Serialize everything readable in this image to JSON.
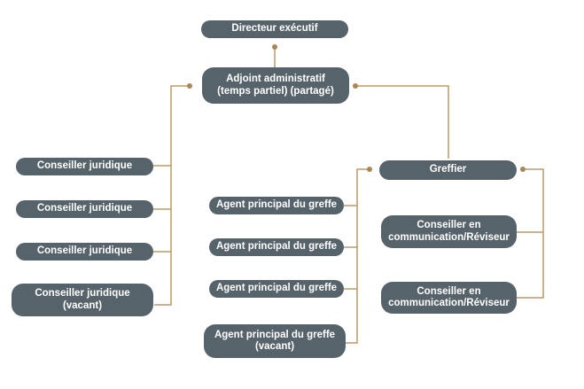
{
  "colors": {
    "background": "#ffffff",
    "node_fill": "#57636a",
    "node_text": "#ffffff",
    "connector_line": "#bb9a6b",
    "connector_dot": "#aa8752"
  },
  "nodes": {
    "directeur": {
      "label": "Directeur exécutif"
    },
    "adjoint": {
      "label": "Adjoint administratif\n(temps partiel) (partagé)"
    },
    "conseiller_juridique_1": {
      "label": "Conseiller juridique"
    },
    "conseiller_juridique_2": {
      "label": "Conseiller juridique"
    },
    "conseiller_juridique_3": {
      "label": "Conseiller juridique"
    },
    "conseiller_juridique_vacant": {
      "label": "Conseiller juridique\n(vacant)"
    },
    "greffier": {
      "label": "Greffier"
    },
    "agent_greffe_1": {
      "label": "Agent principal du greffe"
    },
    "agent_greffe_2": {
      "label": "Agent principal du greffe"
    },
    "agent_greffe_3": {
      "label": "Agent principal du greffe"
    },
    "agent_greffe_vacant": {
      "label": "Agent principal du greffe\n(vacant)"
    },
    "conseiller_communication_1": {
      "label": "Conseiller en\ncommunication/Réviseur"
    },
    "conseiller_communication_2": {
      "label": "Conseiller en\ncommunication/Réviseur"
    }
  }
}
